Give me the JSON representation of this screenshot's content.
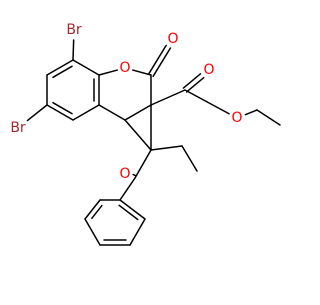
{
  "molecule": {
    "atoms": [
      {
        "id": "br-top",
        "label": "Br",
        "color": "#a52a2a"
      },
      {
        "id": "br-left",
        "label": "Br",
        "color": "#a52a2a"
      },
      {
        "id": "o-ring",
        "label": "O",
        "color": "#ff0000"
      },
      {
        "id": "o-lactone-carbonyl",
        "label": "O",
        "color": "#ff0000"
      },
      {
        "id": "o-ester-carbonyl",
        "label": "O",
        "color": "#ff0000"
      },
      {
        "id": "o-ester-ether",
        "label": "O",
        "color": "#ff0000"
      },
      {
        "id": "o-ketone",
        "label": "O",
        "color": "#ff0000"
      }
    ],
    "bond_color": "#000000"
  }
}
